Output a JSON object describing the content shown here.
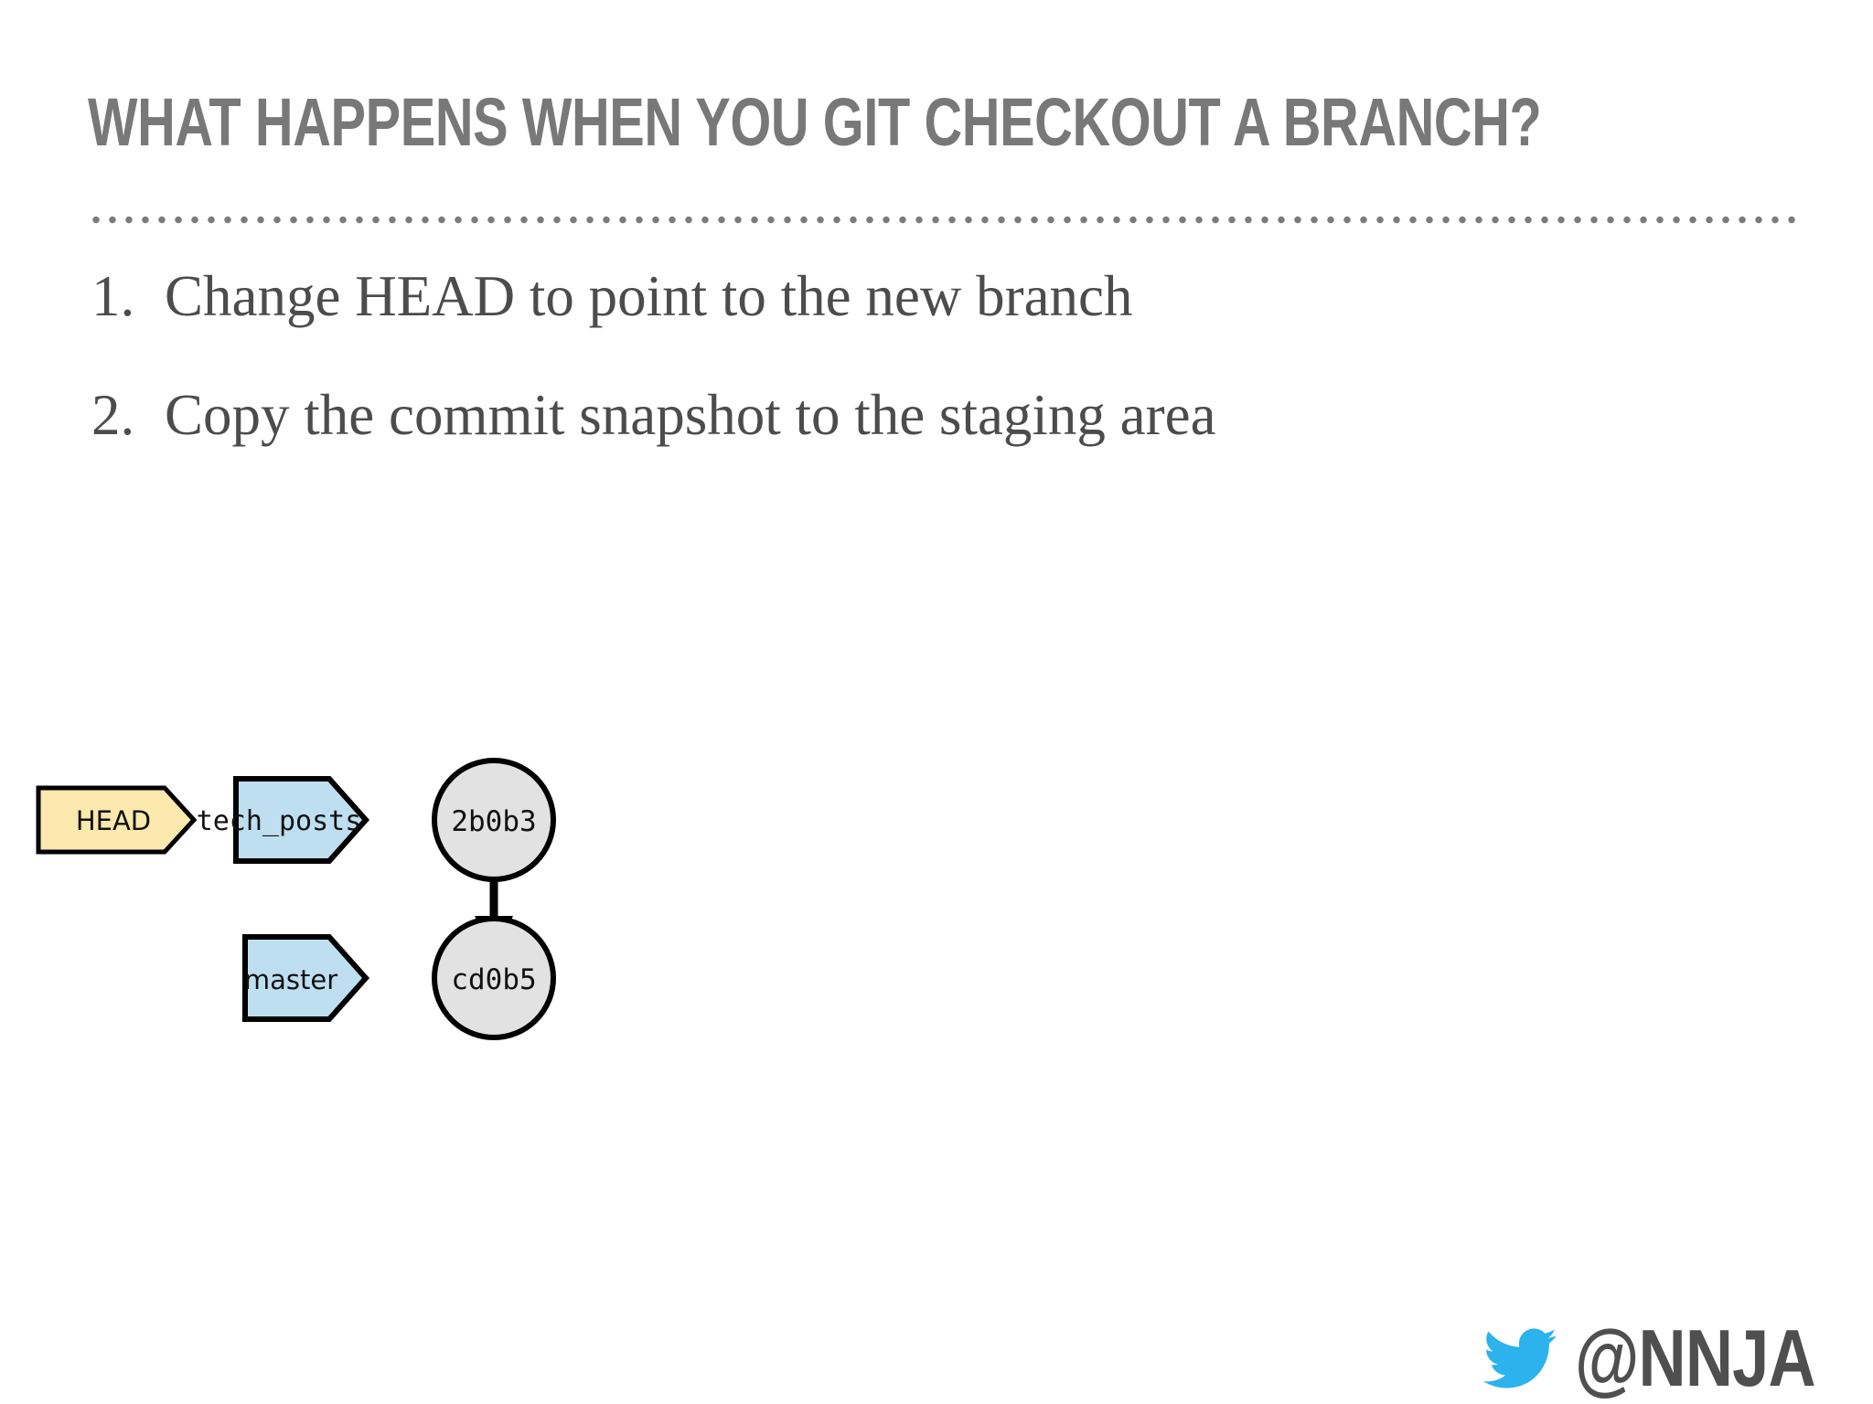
{
  "slide": {
    "title": "WHAT HAPPENS WHEN YOU GIT CHECKOUT A BRANCH?",
    "divider": "dotted-rule",
    "background_color": "#FFFFFF",
    "title_color": "#787878",
    "body_color": "#4C4C4C"
  },
  "body": {
    "items": [
      {
        "number": "1.",
        "text": "Change HEAD to point to the new branch"
      },
      {
        "number": "2.",
        "text": "Copy the commit snapshot to the staging area"
      }
    ]
  },
  "diagram": {
    "type": "git-branch-graph",
    "colors": {
      "head_fill": "#FAE8AC",
      "branch_fill": "#BEDFF0",
      "commit_fill": "#E2E2E2",
      "stroke": "#000000"
    },
    "tags": [
      {
        "id": "head",
        "label": "HEAD",
        "kind": "head-pointer",
        "fill": "#FAE8AC",
        "points_to": "tech_posts"
      },
      {
        "id": "tech_posts",
        "label": "tech_posts",
        "kind": "branch-pointer",
        "fill": "#BEDFF0",
        "points_to": "2b0b3"
      },
      {
        "id": "master",
        "label": "master",
        "kind": "branch-pointer",
        "fill": "#BEDFF0",
        "points_to": "cd0b5"
      }
    ],
    "commits": [
      {
        "id": "2b0b3",
        "label": "2b0b3",
        "fill": "#E2E2E2"
      },
      {
        "id": "cd0b5",
        "label": "cd0b5",
        "fill": "#E2E2E2"
      }
    ],
    "edges": [
      {
        "from": "2b0b3",
        "to": "cd0b5",
        "style": "arrow-down"
      }
    ]
  },
  "footer": {
    "handle": "@NNJA",
    "icon": "twitter-bird-icon",
    "icon_color": "#2CB2EC",
    "handle_color": "#4F4F4F"
  }
}
